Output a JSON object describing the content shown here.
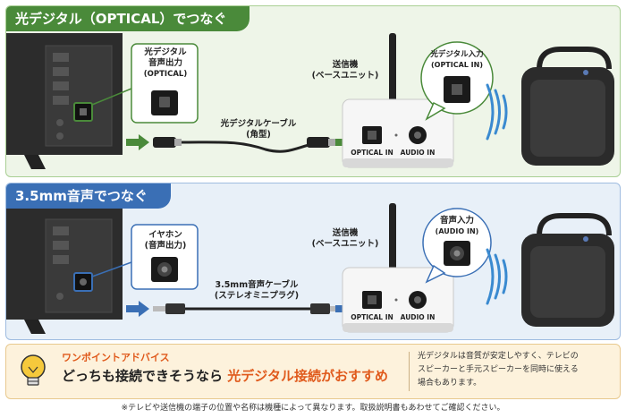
{
  "colors": {
    "optical_accent": "#4a8a3a",
    "audio_accent": "#3a6fb5",
    "advice_accent": "#e05a1c"
  },
  "optical_section": {
    "title": "光デジタル（OPTICAL）でつなぐ",
    "tv_port_label": [
      "光デジタル",
      "音声出力",
      "(OPTICAL)"
    ],
    "cable_label": [
      "光デジタルケーブル",
      "(角型)"
    ],
    "transmitter_label": [
      "送信機",
      "(ベースユニット)"
    ],
    "input_label": [
      "光デジタル入力",
      "(OPTICAL IN)"
    ],
    "port_optical_in": "OPTICAL IN",
    "port_audio_in": "AUDIO IN"
  },
  "audio_section": {
    "title": "3.5mm音声でつなぐ",
    "tv_port_label": [
      "イヤホン",
      "(音声出力)"
    ],
    "cable_label": [
      "3.5mm音声ケーブル",
      "(ステレオミニプラグ)"
    ],
    "transmitter_label": [
      "送信機",
      "(ベースユニット)"
    ],
    "input_label": [
      "音声入力",
      "(AUDIO IN)"
    ],
    "port_optical_in": "OPTICAL IN",
    "port_audio_in": "AUDIO IN"
  },
  "advice": {
    "heading": "ワンポイントアドバイス",
    "text_prefix": "どっちも接続できそうなら",
    "text_highlight": "光デジタル接続がおすすめ",
    "note": [
      "光デジタルは音質が安定しやすく、テレビの",
      "スピーカーと手元スピーカーを同時に使える",
      "場合もあります。"
    ]
  },
  "footnote": "※テレビや送信機の端子の位置や名称は機種によって異なります。取扱説明書もあわせてご確認ください。"
}
